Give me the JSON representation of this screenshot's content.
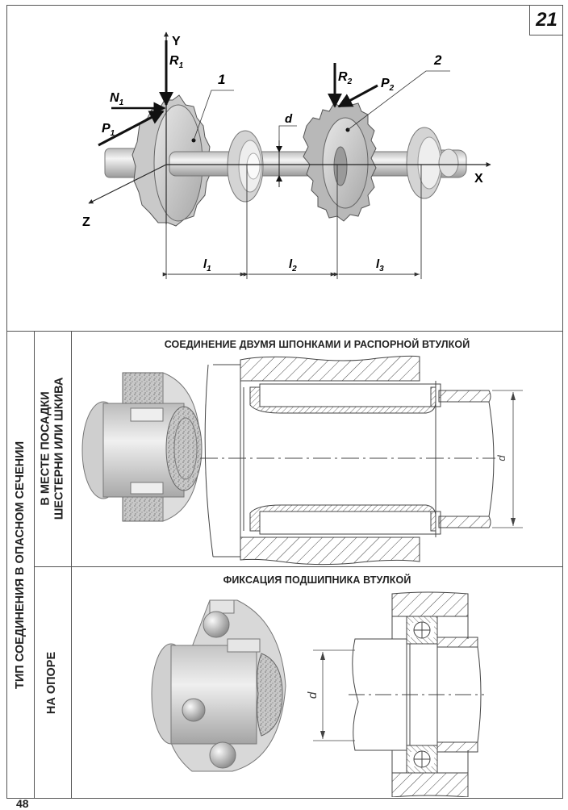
{
  "page": {
    "badge_number": "21",
    "page_number": "48"
  },
  "top_diagram": {
    "axes": {
      "x": "X",
      "y": "Y",
      "z": "Z"
    },
    "forces": {
      "r1": "R",
      "r1_sub": "1",
      "n1": "N",
      "n1_sub": "1",
      "p1": "P",
      "p1_sub": "1",
      "r2": "R",
      "r2_sub": "2",
      "p2": "P",
      "p2_sub": "2"
    },
    "callouts": {
      "gear1": "1",
      "gear2": "2"
    },
    "dimensions": {
      "diameter": "d",
      "l1": "l",
      "l1_sub": "1",
      "l2": "l",
      "l2_sub": "2",
      "l3": "l",
      "l3_sub": "3"
    }
  },
  "table": {
    "row_header": "ТИП СОЕДИНЕНИЯ В ОПАСНОМ СЕЧЕНИИ",
    "rows": [
      {
        "label_line1": "В МЕСТЕ ПОСАДКИ",
        "label_line2": "ШЕСТЕРНИ ИЛИ ШКИВА",
        "title": "СОЕДИНЕНИЕ ДВУМЯ ШПОНКАМИ И РАСПОРНОЙ ВТУЛКОЙ",
        "dimension_label": "d"
      },
      {
        "label_line1": "НА ОПОРЕ",
        "title": "ФИКСАЦИЯ ПОДШИПНИКА ВТУЛКОЙ",
        "dimension_label": "d"
      }
    ]
  }
}
